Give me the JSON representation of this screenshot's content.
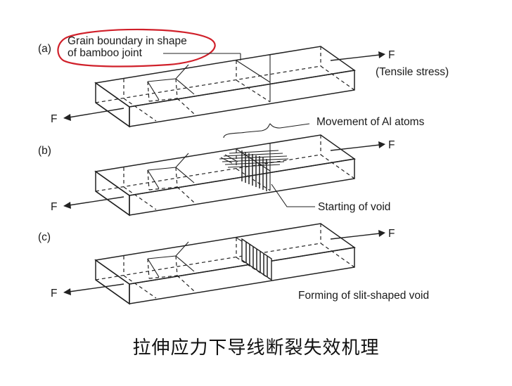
{
  "diagram": {
    "panel_a": {
      "tag": "(a)",
      "annotation_line1": "Grain boundary in shape",
      "annotation_line2": "of bamboo joint",
      "force_right": "F",
      "force_right_note": "(Tensile stress)",
      "force_left": "F"
    },
    "panel_b": {
      "tag": "(b)",
      "label_movement": "Movement of Al atoms",
      "label_void_start": "Starting of void",
      "force_right": "F",
      "force_left": "F"
    },
    "panel_c": {
      "tag": "(c)",
      "label_slit_void": "Forming of slit-shaped void",
      "force_right": "F",
      "force_left": "F"
    },
    "highlight_color": "#d0202a",
    "line_color": "#222222"
  },
  "caption": "拉伸应力下导线断裂失效机理"
}
